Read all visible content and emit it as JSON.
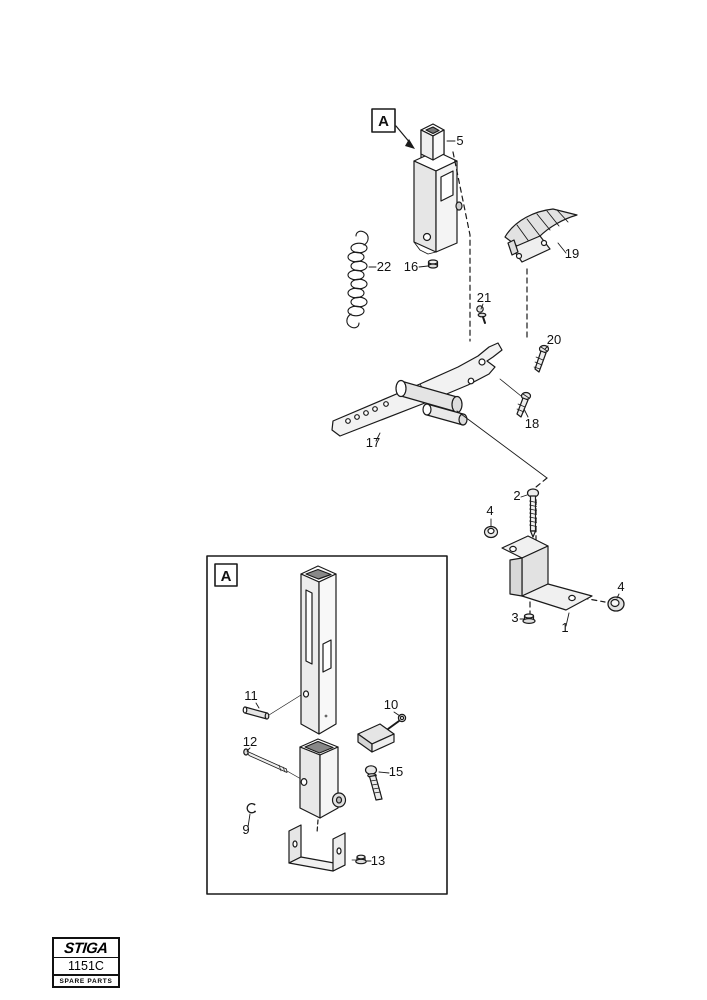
{
  "figure": {
    "type": "exploded-parts-diagram",
    "detail_view_label": "A",
    "detail_inset_label": "A"
  },
  "branding": {
    "brand": "STIGA",
    "model": "1151C",
    "caption": "SPARE PARTS"
  },
  "colors": {
    "line": "#1a1a1a",
    "background": "#ffffff"
  },
  "part_labels": [
    "5",
    "16",
    "22",
    "19",
    "21",
    "20",
    "17",
    "18",
    "2",
    "4",
    "4",
    "3",
    "1",
    "11",
    "12",
    "10",
    "15",
    "9",
    "13"
  ]
}
